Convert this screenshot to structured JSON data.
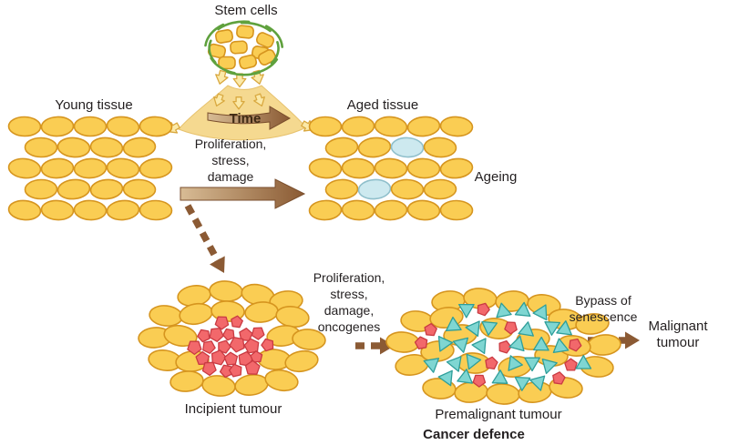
{
  "labels": {
    "stem_cells": "Stem cells",
    "young_tissue": "Young tissue",
    "aged_tissue": "Aged tissue",
    "ageing": "Ageing",
    "time": "Time",
    "proliferation_stress_damage": [
      "Proliferation,",
      "stress,",
      "damage"
    ],
    "incipient_tumour": "Incipient tumour",
    "proliferation_stress_damage_oncogenes": [
      "Proliferation,",
      "stress,",
      "damage,",
      "oncogenes"
    ],
    "premalignant_tumour": "Premalignant tumour",
    "bypass_of_senescence": [
      "Bypass of",
      "senescence"
    ],
    "malignant_tumour": [
      "Malignant",
      "tumour"
    ],
    "cancer_defence": "Cancer defence"
  },
  "colors": {
    "cell_fill": "#FACD53",
    "cell_stroke": "#D6951F",
    "senescent_fill": "#CDE9EF",
    "senescent_stroke": "#8FBFCB",
    "tumour_red_fill": "#F2686B",
    "tumour_red_stroke": "#C93A42",
    "tumour_teal_fill": "#7FD6D2",
    "tumour_teal_stroke": "#2E9E9A",
    "arrow_brown_light": "#D8BC95",
    "arrow_brown_dark": "#8A5A33",
    "arrow_outline": "#7A4E2C",
    "dashed_arrow": "#8B5A34",
    "funnel_fill": "#F5D990",
    "funnel_edge": "#E7C26E",
    "stem_green": "#5FA13D",
    "small_arrow_fill": "#FBE9A8",
    "small_arrow_stroke": "#D9A83F",
    "text": "#231F20"
  }
}
